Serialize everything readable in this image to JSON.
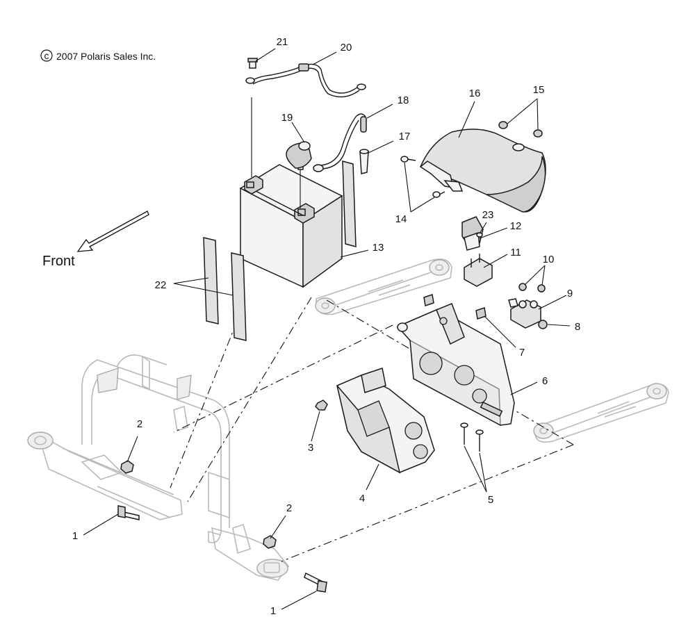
{
  "copyright": {
    "symbol": "c",
    "text": "2007 Polaris Sales Inc."
  },
  "orientation": {
    "label": "Front"
  },
  "callouts": [
    "1",
    "1",
    "2",
    "2",
    "3",
    "4",
    "5",
    "6",
    "7",
    "8",
    "9",
    "10",
    "11",
    "12",
    "13",
    "14",
    "15",
    "16",
    "17",
    "18",
    "19",
    "20",
    "21",
    "22",
    "23"
  ]
}
